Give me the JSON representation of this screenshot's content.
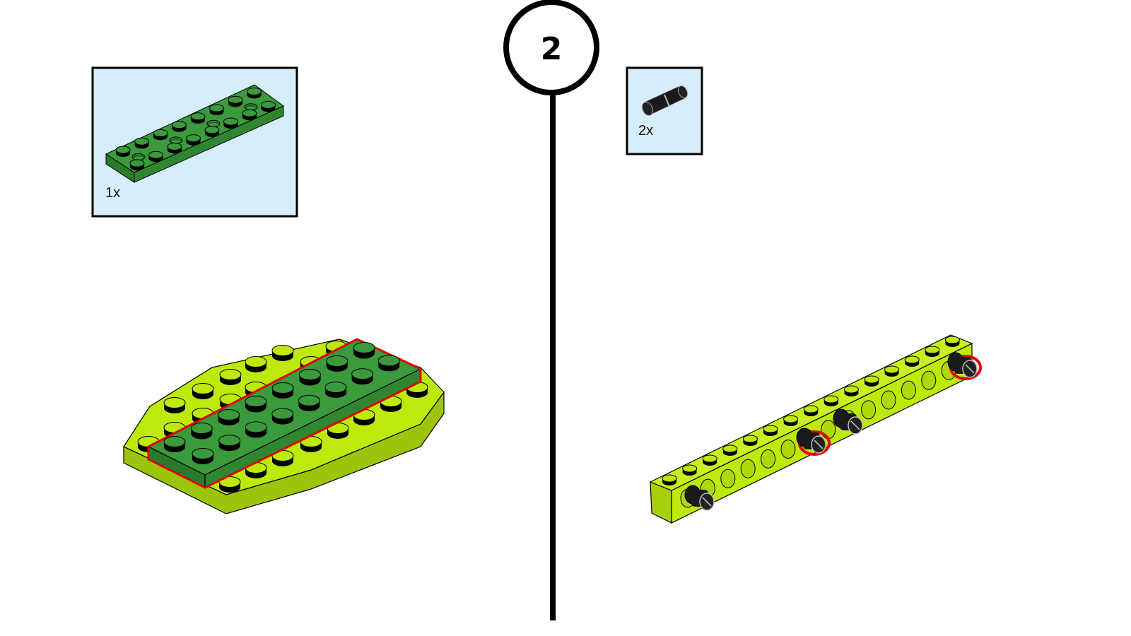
{
  "step": {
    "number": "2"
  },
  "parts_callouts": [
    {
      "part": "green-2x8-technic-plate",
      "quantity": "1x"
    },
    {
      "part": "black-connector-pin",
      "quantity": "2x"
    }
  ],
  "colors": {
    "callout_bg": "#d6edfb",
    "lime": "#bdea0c",
    "lime_dark": "#9cc40a",
    "green": "#3a9a3c",
    "green_dark": "#2a7a2c",
    "highlight": "#e00000",
    "pin": "#1a1a1a"
  }
}
